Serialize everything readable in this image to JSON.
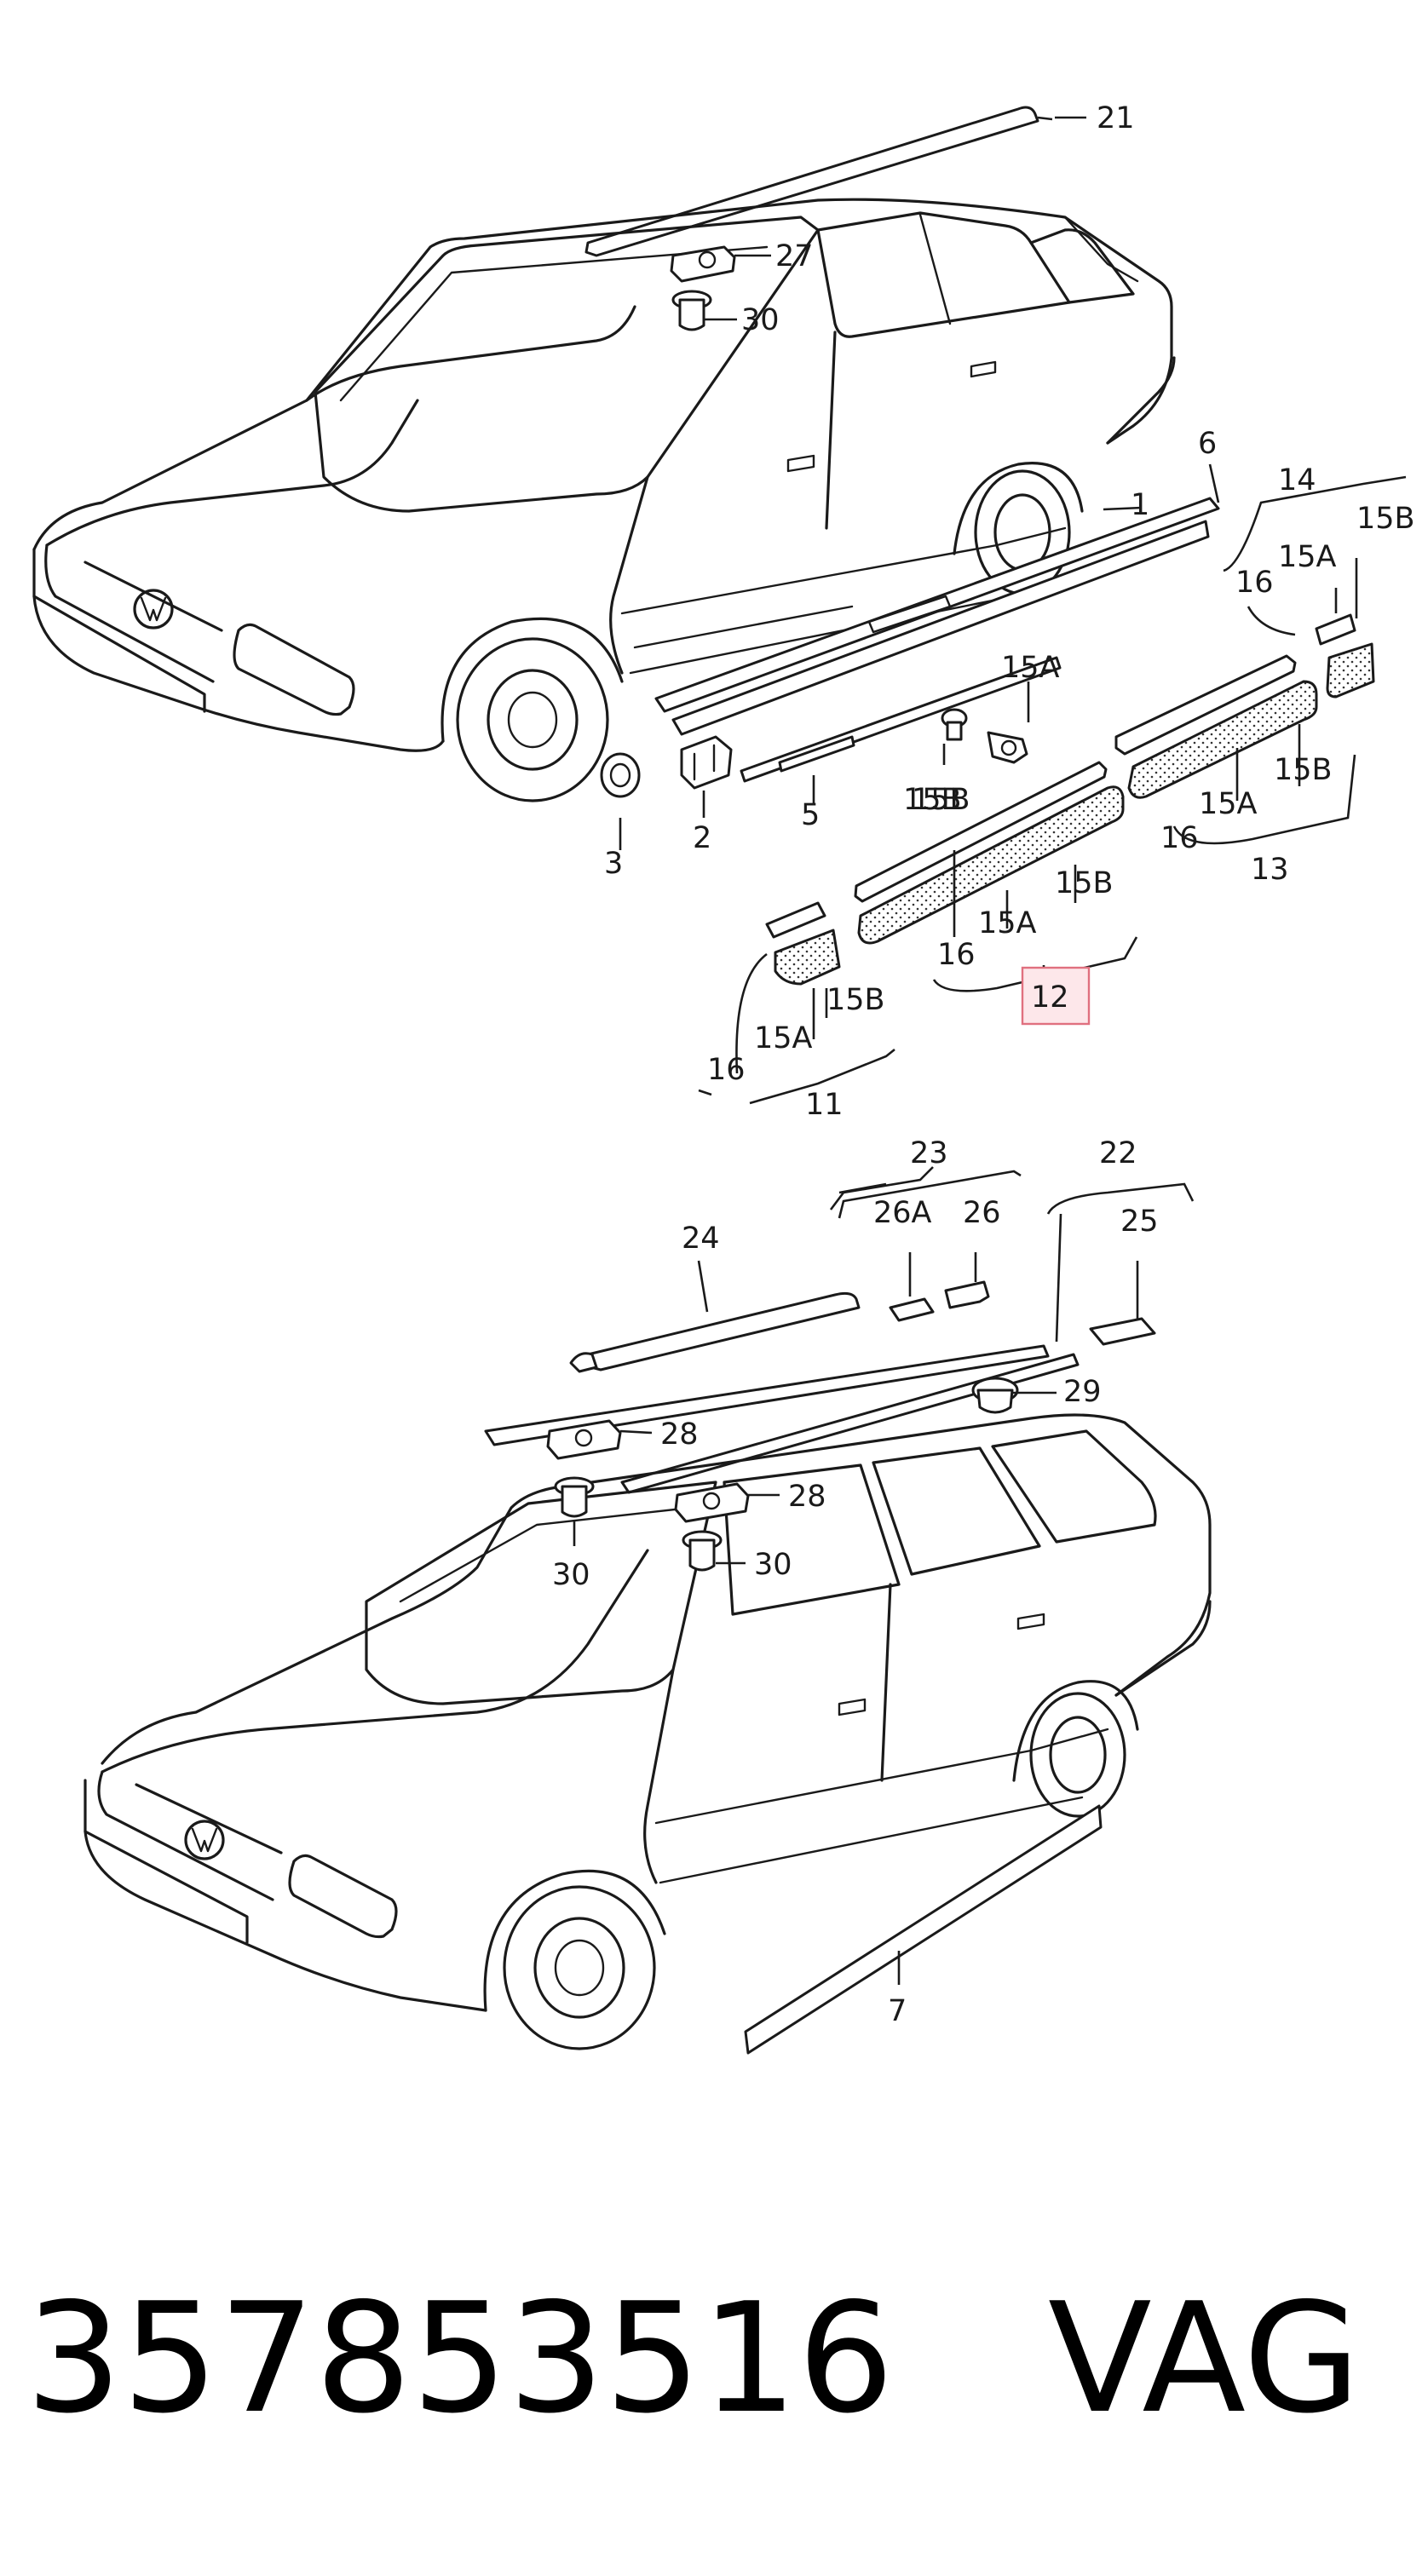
{
  "callouts": [
    {
      "id": "c21",
      "text": "21"
    },
    {
      "id": "c27",
      "text": "27"
    },
    {
      "id": "c30a",
      "text": "30"
    },
    {
      "id": "c6",
      "text": "6"
    },
    {
      "id": "c1",
      "text": "1"
    },
    {
      "id": "c14",
      "text": "14"
    },
    {
      "id": "c15b_a",
      "text": "15B"
    },
    {
      "id": "c15a_a",
      "text": "15A"
    },
    {
      "id": "c16_a",
      "text": "16"
    },
    {
      "id": "c15a_b",
      "text": "15A"
    },
    {
      "id": "c15b_b",
      "text": "15B"
    },
    {
      "id": "c15b_c",
      "text": "15B"
    },
    {
      "id": "c15a_c",
      "text": "15A"
    },
    {
      "id": "c16_b",
      "text": "16"
    },
    {
      "id": "c13",
      "text": "13"
    },
    {
      "id": "c3",
      "text": "3"
    },
    {
      "id": "c2",
      "text": "2"
    },
    {
      "id": "c5",
      "text": "5"
    },
    {
      "id": "c15b_d",
      "text": "15B"
    },
    {
      "id": "c16_c",
      "text": "16"
    },
    {
      "id": "c15a_d",
      "text": "15A"
    },
    {
      "id": "c15b_e",
      "text": "15B"
    },
    {
      "id": "c16_d",
      "text": "16"
    },
    {
      "id": "c15a_e",
      "text": "15A"
    },
    {
      "id": "c15b_f",
      "text": "15B"
    },
    {
      "id": "c11",
      "text": "11"
    },
    {
      "id": "c23",
      "text": "23"
    },
    {
      "id": "c22",
      "text": "22"
    },
    {
      "id": "c24",
      "text": "24"
    },
    {
      "id": "c26a",
      "text": "26A"
    },
    {
      "id": "c26",
      "text": "26"
    },
    {
      "id": "c25",
      "text": "25"
    },
    {
      "id": "c28a",
      "text": "28"
    },
    {
      "id": "c29",
      "text": "29"
    },
    {
      "id": "c28b",
      "text": "28"
    },
    {
      "id": "c30b",
      "text": "30"
    },
    {
      "id": "c30c",
      "text": "30"
    },
    {
      "id": "c7",
      "text": "7"
    }
  ],
  "highlighted_callout": {
    "text": "12",
    "fill": "#fde7ea",
    "border": "#e0707f"
  },
  "part_number": "357853516",
  "brand": "VAG",
  "colors": {
    "line": "#1a1a1a",
    "background": "#ffffff"
  }
}
